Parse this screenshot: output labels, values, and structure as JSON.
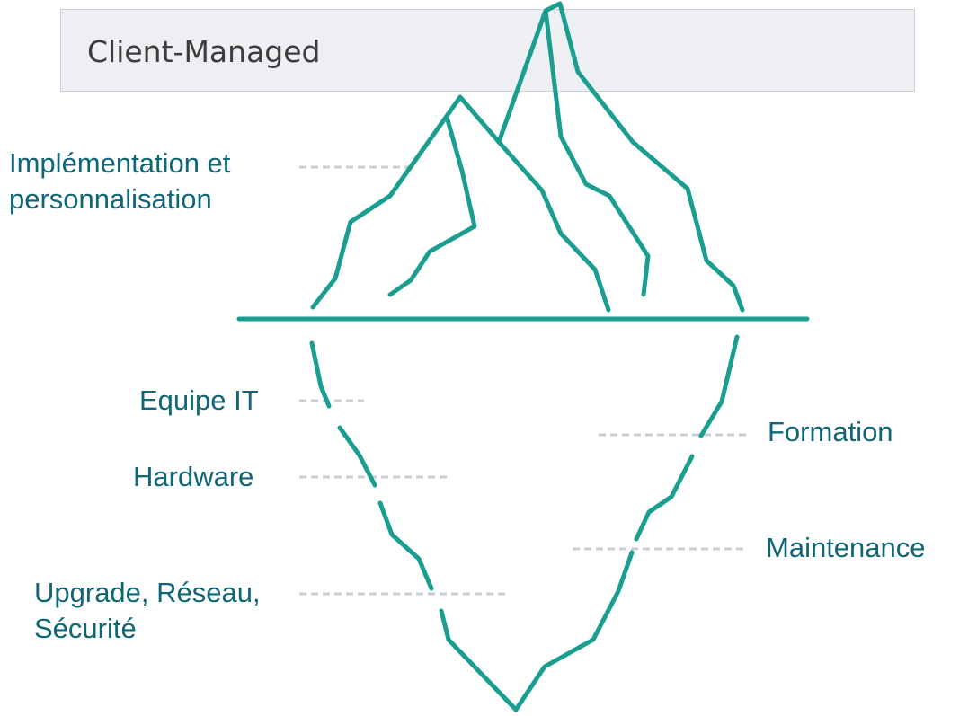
{
  "header": {
    "title": "Client-Managed"
  },
  "labels": {
    "implementation_line1": "Implémentation et",
    "implementation_line2": "personnalisation",
    "equipe_it": "Equipe IT",
    "hardware": "Hardware",
    "upgrade_line1": "Upgrade, Réseau,",
    "upgrade_line2": "Sécurité",
    "formation": "Formation",
    "maintenance": "Maintenance"
  },
  "colors": {
    "iceberg": "#1a9e90",
    "label_text": "#0e6677",
    "dotted_line": "#c9ccd3",
    "header_bg": "#eeeff3",
    "header_border": "#cfd1d8",
    "header_text": "#3c3c3c"
  }
}
